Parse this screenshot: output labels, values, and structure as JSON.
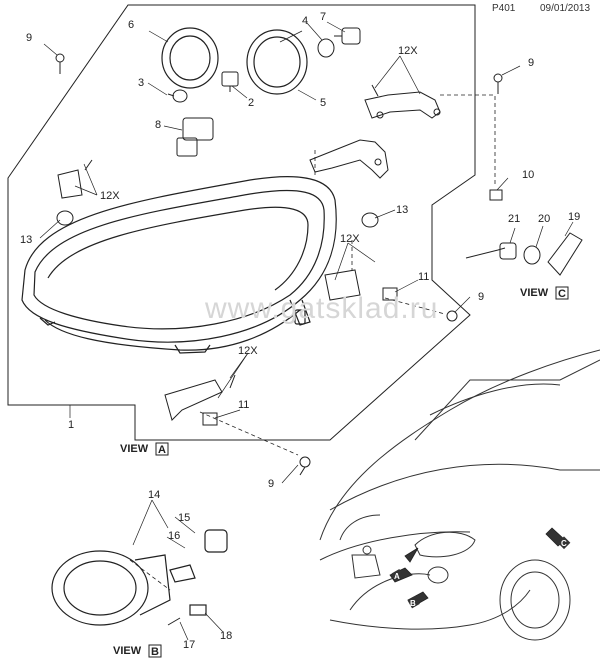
{
  "header": {
    "page_code": "P401",
    "date": "09/01/2013"
  },
  "watermark": "www.gatsklad.ru",
  "views": [
    {
      "word": "VIEW",
      "letter": "A"
    },
    {
      "word": "VIEW",
      "letter": "B"
    },
    {
      "word": "VIEW",
      "letter": "C"
    }
  ],
  "callouts": {
    "c1": "1",
    "c2": "2",
    "c3": "3",
    "c4": "4",
    "c5": "5",
    "c6": "6",
    "c7": "7",
    "c8": "8",
    "c9a": "9",
    "c9b": "9",
    "c9c": "9",
    "c9d": "9",
    "c10": "10",
    "c11a": "11",
    "c11b": "11",
    "c12a": "12X",
    "c12b": "12X",
    "c12c": "12X",
    "c12d": "12X",
    "c13a": "13",
    "c13b": "13",
    "c14": "14",
    "c15": "15",
    "c16": "16",
    "c17": "17",
    "c18": "18",
    "c19": "19",
    "c20": "20",
    "c21": "21"
  },
  "arrow_tags": {
    "a": "A",
    "b": "B",
    "c": "C"
  },
  "colors": {
    "line": "#222222",
    "light": "#555555",
    "arrow_fill": "#333333",
    "watermark": "#d6d6d6"
  }
}
